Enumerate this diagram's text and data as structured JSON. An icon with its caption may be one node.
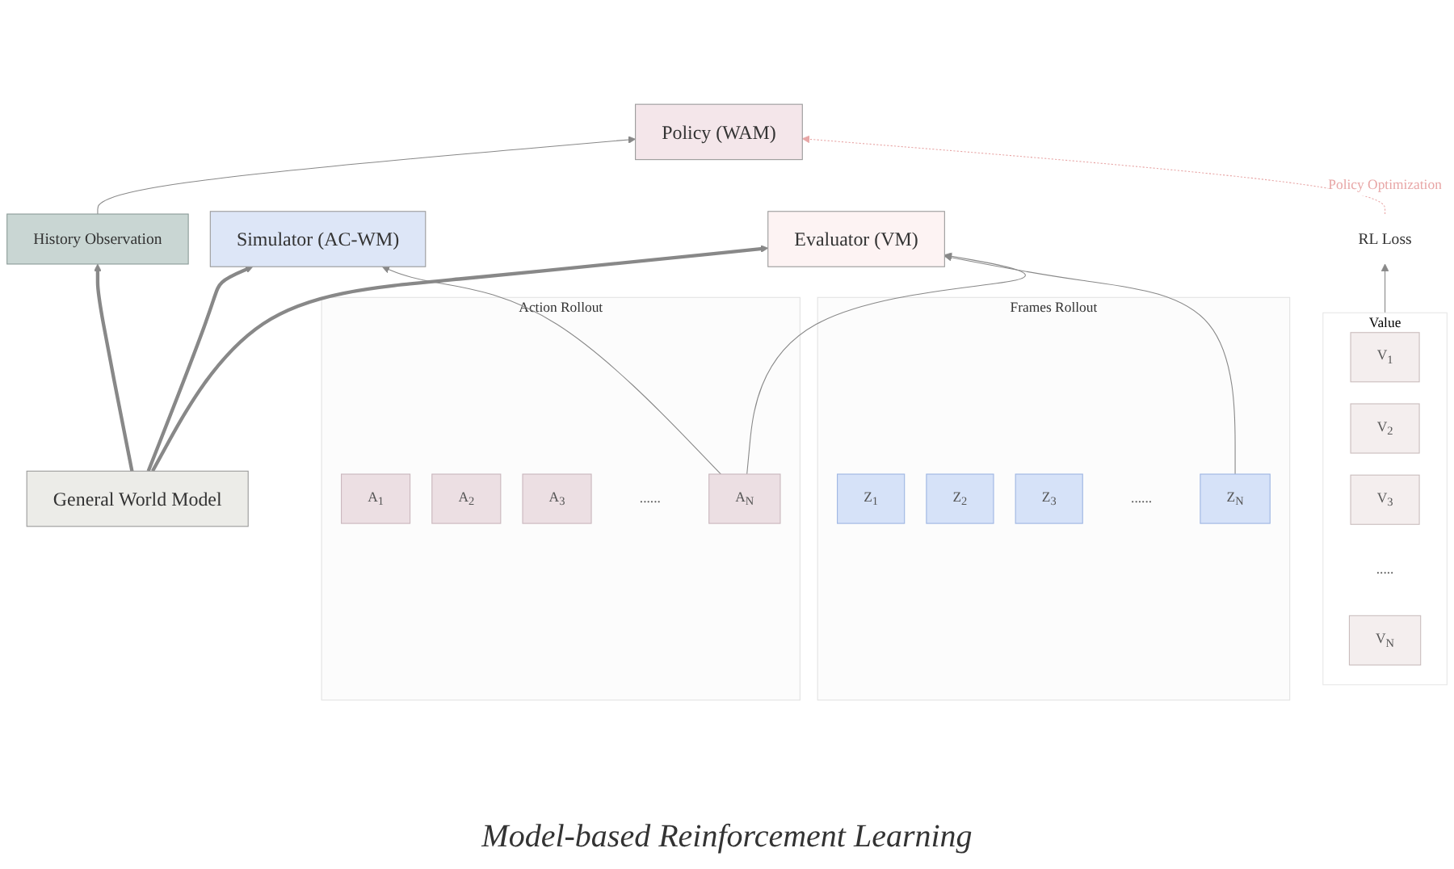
{
  "diagram": {
    "nodes": [
      {
        "text": [
          "Action Rollout"
        ]
      },
      {
        "text": [
          "A$_{1}$"
        ],
        "in": 0
      },
      {
        "text": [
          "A$_{2}$"
        ],
        "in": 0
      },
      {
        "text": [
          "A$_{3}$"
        ],
        "in": 0
      },
      {
        "text": [
          "......"
        ],
        "in": 0
      },
      {
        "text": [
          "A$_{N}$"
        ],
        "in": 0
      },
      {
        "text": [
          "Frames Rollout"
        ]
      },
      {
        "text": [
          "Z$_{1}$"
        ],
        "in": 6
      },
      {
        "text": [
          "Z$_{2}$"
        ],
        "in": 6
      },
      {
        "text": [
          "Z$_{3}$"
        ],
        "in": 6
      },
      {
        "text": [
          "......"
        ],
        "in": 6
      },
      {
        "text": [
          "Z$_{N}$"
        ],
        "in": 6
      },
      {
        "text": [
          "Value"
        ]
      },
      {
        "text": [
          "V$_{1}$"
        ],
        "in": 12
      },
      {
        "text": [
          "V$_{2}$"
        ],
        "in": 12
      },
      {
        "text": [
          "V$_{3}$"
        ],
        "in": 12
      },
      {
        "text": [
          "....."
        ],
        "in": 12
      },
      {
        "text": [
          "V$_{N}$"
        ],
        "in": 12
      },
      {
        "text": [
          "RL Loss"
        ]
      },
      {
        "text": [
          "Policy (WAM)"
        ]
      },
      {
        "text": [
          "Simulator (AC-WM)"
        ]
      },
      {
        "text": [
          "Evaluator (VM)"
        ]
      },
      {
        "text": [
          "History Observation"
        ]
      },
      {
        "text": [
          "General World Model"
        ]
      }
    ],
    "edges": [
      {
        "from": 5,
        "to": 20,
        "arrow": "to"
      },
      {
        "from": 5,
        "to": 21,
        "arrow": "to"
      },
      {
        "from": 11,
        "to": 21,
        "arrow": "to"
      },
      {
        "from": 12,
        "to": 18,
        "arrow": "to"
      },
      {
        "from": 18,
        "to": 19,
        "arrow": "to",
        "label": "Policy Optimization",
        "style": "dashed",
        "color": "#e8a6a6"
      },
      {
        "from": 22,
        "to": 19,
        "arrow": "to"
      },
      {
        "from": 23,
        "to": 22,
        "arrow": "to",
        "style": "thick"
      },
      {
        "from": 23,
        "to": 20,
        "arrow": "to",
        "style": "thick"
      },
      {
        "from": 23,
        "to": 21,
        "arrow": "to",
        "style": "thick"
      }
    ],
    "labels": [
      "Model-based Reinforcement Learning"
    ]
  }
}
